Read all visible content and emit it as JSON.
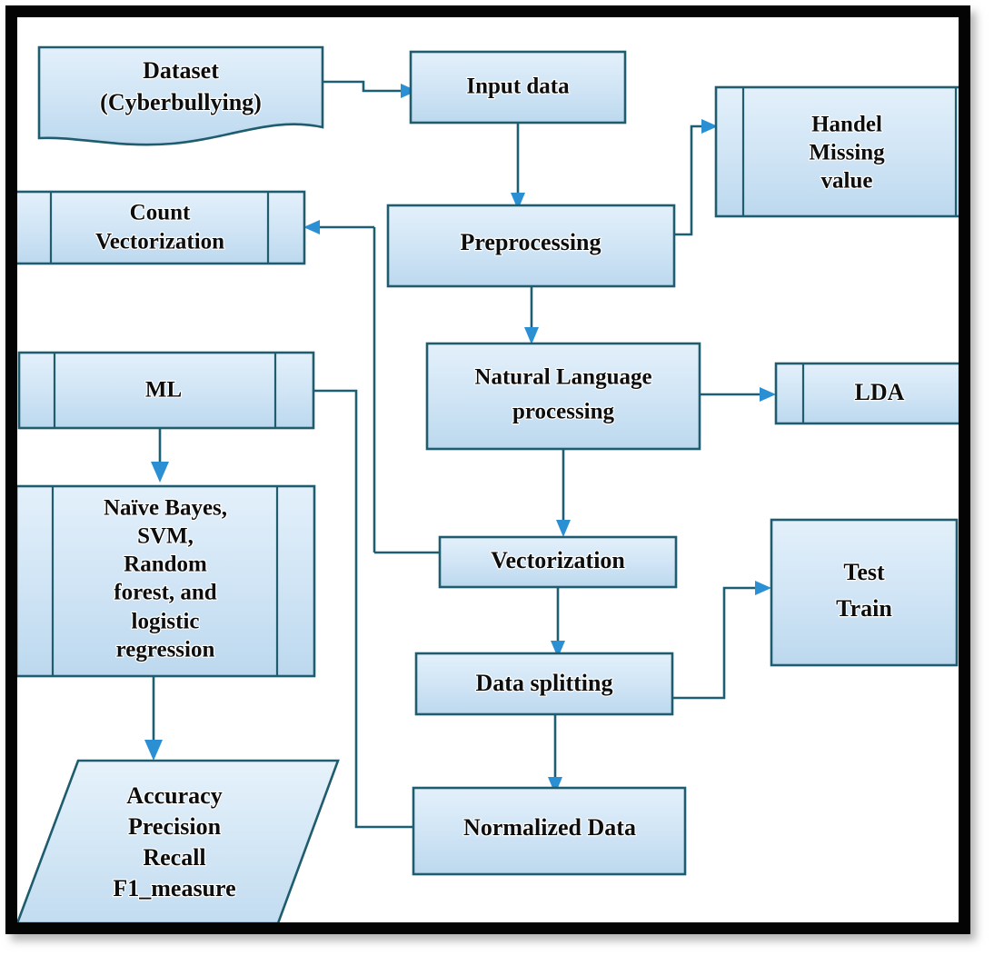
{
  "figure": {
    "type": "flowchart",
    "title": "Cyberbullying detection machine-learning pipeline",
    "orientation": "top-to-bottom with lateral branches",
    "frame_color": "#040404",
    "shape_fill_top": "#dcebf7",
    "shape_fill_bottom": "#bcd8ee",
    "shape_border_color": "#1e5c6e",
    "connector_color": "#1d5f72",
    "arrow_head_color": "#2b8fd4"
  },
  "nodes": {
    "dataset": {
      "id": "dataset",
      "label_line1": "Dataset",
      "label_line2": "(Cyberbullying)",
      "shape": "document"
    },
    "input_data": {
      "id": "input_data",
      "label_line1": "Input data",
      "shape": "process"
    },
    "handel_missing": {
      "id": "handel_missing",
      "label_line1": "Handel",
      "label_line2": "Missing",
      "label_line3": "value",
      "shape": "predefined-process"
    },
    "count_vectorization": {
      "id": "count_vectorization",
      "label_line1": "Count",
      "label_line2": "Vectorization",
      "shape": "predefined-process"
    },
    "preprocessing": {
      "id": "preprocessing",
      "label_line1": "Preprocessing",
      "shape": "process"
    },
    "ml": {
      "id": "ml",
      "label_line1": "ML",
      "shape": "predefined-process"
    },
    "nlp": {
      "id": "nlp",
      "label_line1": "Natural Language",
      "label_line2": "processing",
      "shape": "process"
    },
    "lda": {
      "id": "lda",
      "label_line1": "LDA",
      "shape": "predefined-process"
    },
    "algorithms": {
      "id": "algorithms",
      "label_line1": "Naïve Bayes,",
      "label_line2": "SVM,",
      "label_line3": "Random",
      "label_line4": "forest, and",
      "label_line5": "logistic",
      "label_line6": "regression",
      "shape": "predefined-process"
    },
    "vectorization": {
      "id": "vectorization",
      "label_line1": "Vectorization",
      "shape": "process"
    },
    "test_train": {
      "id": "test_train",
      "label_line1": "Test",
      "label_line2": "Train",
      "shape": "process"
    },
    "data_splitting": {
      "id": "data_splitting",
      "label_line1": "Data splitting",
      "shape": "process"
    },
    "normalized_data": {
      "id": "normalized_data",
      "label_line1": "Normalized Data",
      "shape": "process"
    },
    "metrics": {
      "id": "metrics",
      "label_line1": "Accuracy",
      "label_line2": "Precision",
      "label_line3": "Recall",
      "label_line4": "F1_measure",
      "shape": "parallelogram"
    }
  },
  "edges": [
    {
      "from": "dataset",
      "to": "input_data"
    },
    {
      "from": "input_data",
      "to": "preprocessing"
    },
    {
      "from": "preprocessing",
      "to": "handel_missing"
    },
    {
      "from": "preprocessing",
      "to": "count_vectorization"
    },
    {
      "from": "preprocessing",
      "to": "nlp"
    },
    {
      "from": "preprocessing",
      "to": "vectorization"
    },
    {
      "from": "nlp",
      "to": "lda"
    },
    {
      "from": "nlp",
      "to": "vectorization"
    },
    {
      "from": "vectorization",
      "to": "data_splitting"
    },
    {
      "from": "data_splitting",
      "to": "test_train"
    },
    {
      "from": "data_splitting",
      "to": "normalized_data"
    },
    {
      "from": "normalized_data",
      "to": "ml"
    },
    {
      "from": "ml",
      "to": "algorithms"
    },
    {
      "from": "algorithms",
      "to": "metrics"
    }
  ]
}
